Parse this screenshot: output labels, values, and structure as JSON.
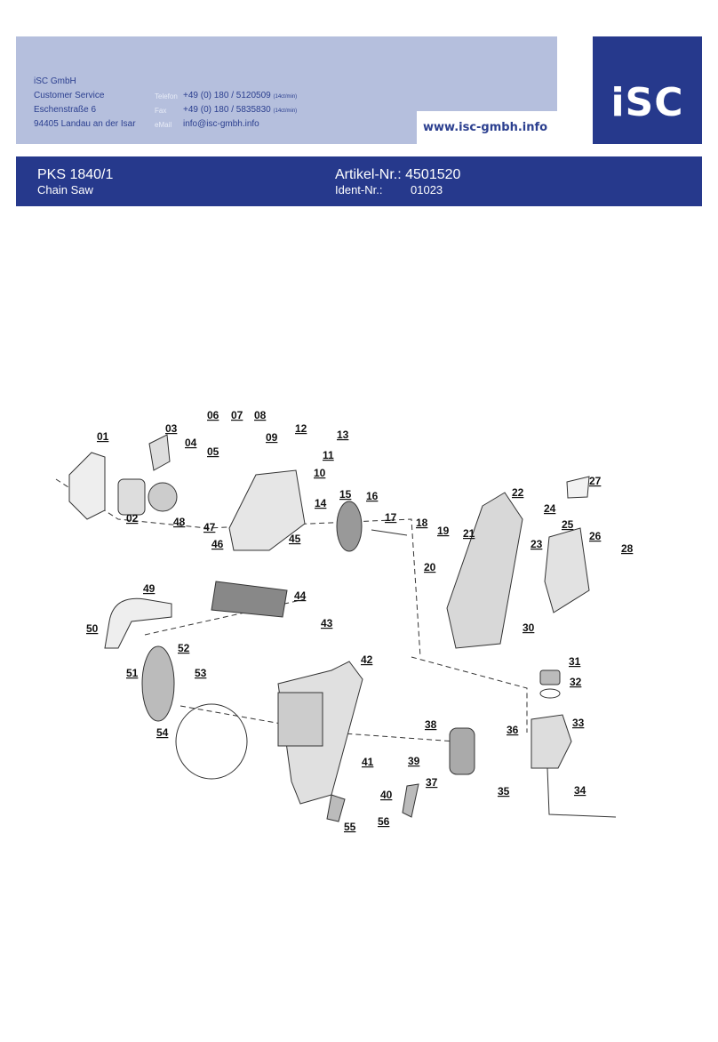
{
  "company": {
    "name": "iSC GmbH",
    "department": "Customer Service",
    "street": "Eschenstraße 6",
    "city": "94405 Landau an der Isar"
  },
  "contact": {
    "phone_label": "Telefon",
    "phone": "+49 (0) 180 / 5120509",
    "phone_rate": "(14ct/min)",
    "fax_label": "Fax",
    "fax": "+49 (0) 180 / 5835830",
    "fax_rate": "(14ct/min)",
    "email_label": "eMail",
    "email": "info@isc-gmbh.info"
  },
  "website": "www.isc-gmbh.info",
  "logo_text": "iSC",
  "product": {
    "model": "PKS 1840/1",
    "type": "Chain Saw",
    "article_label": "Artikel-Nr.:",
    "article_number": "4501520",
    "ident_label": "Ident-Nr.:",
    "ident_number": "01023"
  },
  "diagram": {
    "part_labels": [
      "01",
      "02",
      "03",
      "04",
      "05",
      "06",
      "07",
      "08",
      "09",
      "10",
      "11",
      "12",
      "13",
      "14",
      "15",
      "16",
      "17",
      "18",
      "19",
      "20",
      "21",
      "22",
      "23",
      "24",
      "25",
      "26",
      "27",
      "28",
      "30",
      "31",
      "32",
      "33",
      "34",
      "35",
      "36",
      "37",
      "38",
      "39",
      "40",
      "41",
      "42",
      "43",
      "44",
      "45",
      "46",
      "47",
      "48",
      "49",
      "50",
      "51",
      "52",
      "53",
      "54",
      "55",
      "56"
    ]
  }
}
